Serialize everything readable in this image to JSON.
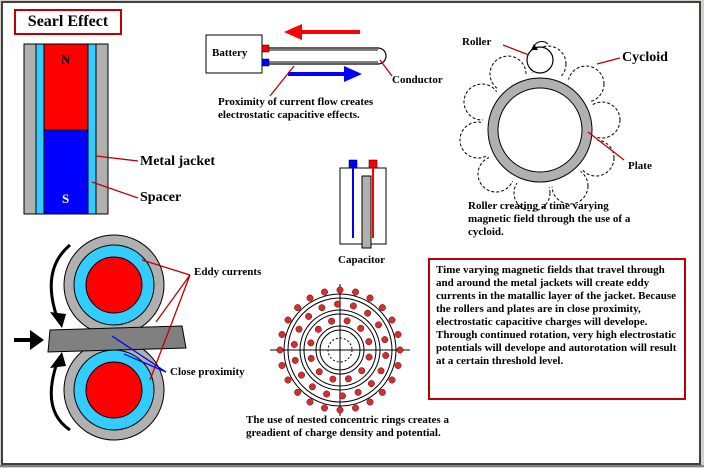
{
  "title": "Searl Effect",
  "magnet": {
    "north": "N",
    "south": "S",
    "metal_jacket": "Metal jacket",
    "spacer": "Spacer"
  },
  "battery": {
    "label": "Battery",
    "conductor": "Conductor",
    "caption": "Proximity of current flow creates electrostatic capacitive effects."
  },
  "roller": {
    "roller": "Roller",
    "cycloid": "Cycloid",
    "plate": "Plate",
    "caption": "Roller creating a time varying magnetic field through the use of a cycloid."
  },
  "capacitor": {
    "label": "Capacitor"
  },
  "rollers": {
    "eddy": "Eddy currents",
    "proximity": "Close proximity"
  },
  "rings": {
    "caption": "The use of nested concentric rings creates a greadient of charge density and potential."
  },
  "note": "Time varying magnetic fields that travel through and around the metal jackets will create eddy currents in the  matallic layer of the jacket.  Because the rollers and plates are in close proximity, electrostatic capacitive charges will develope.  Through continued rotation, very high electrostatic potentials will develope and autorotation will result at a certain threshold level.",
  "colors": {
    "red": "#ff0000",
    "blue": "#0000ff",
    "cyan": "#33ccff",
    "gray": "#b0b0b0",
    "frame_red": "#c00000"
  }
}
